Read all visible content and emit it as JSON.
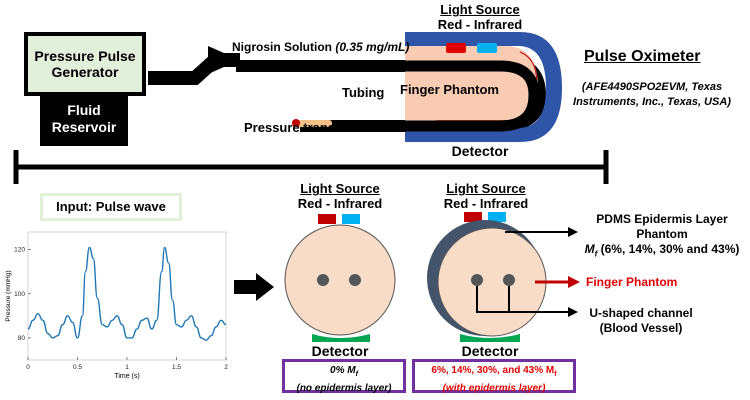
{
  "top": {
    "generator_label": "Pressure Pulse Generator",
    "reservoir_label": "Fluid Reservoir",
    "solution_label": "Nigrosin Solution",
    "solution_conc": "(0.35 mg/mL)",
    "tubing_label": "Tubing",
    "finger_phantom_label": "Finger Phantom",
    "transducer_label": "Pressure transducer",
    "light_source_title": "Light Source",
    "light_source_sub": "Red - Infrared",
    "detector_label": "Detector",
    "oximeter_title": "Pulse Oximeter",
    "oximeter_model": "(AFE4490SPO2EVM, Texas Instruments, Inc., Texas, USA)"
  },
  "input": {
    "title": "Input: Pulse wave"
  },
  "chart_data": {
    "type": "line",
    "xlabel": "Time (s)",
    "ylabel": "Pressure (mmHg)",
    "xlim": [
      0,
      2
    ],
    "ylim": [
      70,
      128
    ],
    "xticks": [
      "0",
      "0.5",
      "1",
      "1.5",
      "2"
    ],
    "yticks": [
      "80",
      "100",
      "120"
    ],
    "series": [
      {
        "x": [
          0,
          0.05,
          0.1,
          0.15,
          0.2,
          0.25,
          0.3,
          0.35,
          0.4,
          0.45,
          0.5,
          0.55,
          0.58,
          0.62,
          0.66,
          0.7,
          0.75,
          0.8,
          0.85,
          0.9,
          0.95,
          1.0,
          1.05,
          1.1,
          1.15,
          1.2,
          1.25,
          1.3,
          1.35,
          1.38,
          1.42,
          1.46,
          1.5,
          1.55,
          1.6,
          1.65,
          1.7,
          1.75,
          1.8,
          1.85,
          1.9,
          1.95,
          2.0
        ],
        "y": [
          84,
          88,
          91,
          88,
          82,
          80,
          81,
          86,
          90,
          87,
          80,
          90,
          110,
          121,
          116,
          98,
          86,
          85,
          88,
          90,
          86,
          80,
          80,
          84,
          88,
          89,
          84,
          88,
          110,
          121,
          114,
          97,
          86,
          85,
          88,
          90,
          85,
          80,
          79,
          81,
          85,
          88,
          86
        ]
      }
    ]
  },
  "bottom": {
    "light_source_title_1": "Light Source",
    "light_source_sub_1": "Red - Infrared",
    "light_source_title_2": "Light Source",
    "light_source_sub_2": "Red - Infrared",
    "detector_1": "Detector",
    "detector_2": "Detector",
    "box1_line1": "0% M",
    "box1_sub": "f",
    "box1_line2": "(no epidermis layer)",
    "box2_line1": "6%, 14%, 30%, and 43% M",
    "box2_sub": "f",
    "box2_line2": "(with epidermis layer)",
    "pdms_line1": "PDMS Epidermis Layer",
    "pdms_line2": "Phantom",
    "pdms_mf": "M",
    "pdms_mf_sub": "f",
    "pdms_values": " (6%, 14%, 30% and 43%)",
    "finger_phantom_red": "Finger Phantom",
    "channel_line1": "U-shaped channel",
    "channel_line2": "(Blood Vessel)"
  },
  "colors": {
    "red": "#c00000",
    "infrared": "#00b0f0",
    "green": "#00a651",
    "purple": "#7030a0",
    "skin": "#f9dcc8",
    "oximeter_blue": "#2e55a8",
    "plot_line": "#1f77b4",
    "input_border": "#e2efda"
  }
}
